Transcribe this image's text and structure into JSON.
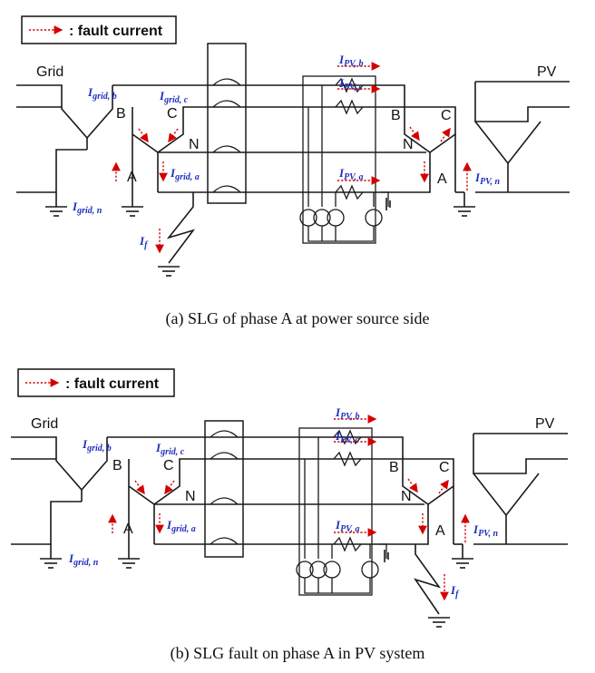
{
  "legend": {
    "text": ": fault current"
  },
  "labels": {
    "grid": "Grid",
    "pv": "PV",
    "phase_a": "A",
    "phase_b": "B",
    "phase_c": "C",
    "neutral": "N"
  },
  "currents": {
    "grid_b": {
      "main": "I",
      "sub": "grid, b"
    },
    "grid_c": {
      "main": "I",
      "sub": "grid, c"
    },
    "grid_a": {
      "main": "I",
      "sub": "grid, a"
    },
    "grid_n": {
      "main": "I",
      "sub": "grid, n"
    },
    "pv_b": {
      "main": "I",
      "sub": "PV, b"
    },
    "pv_c": {
      "main": "I",
      "sub": "PV, c"
    },
    "pv_a": {
      "main": "I",
      "sub": "PV, a"
    },
    "pv_n": {
      "main": "I",
      "sub": "PV, n"
    },
    "fault": {
      "main": "I",
      "sub": "f"
    }
  },
  "panels": [
    {
      "id": "a",
      "caption": "(a)  SLG  of  phase  A  at  power  source  side"
    },
    {
      "id": "b",
      "caption": "(b)  SLG  fault  on  phase  A  in  PV  system"
    }
  ],
  "colors": {
    "fault_arrow": "#d40000",
    "current_label": "#1f2fbf",
    "wire": "#1a1a1a"
  }
}
